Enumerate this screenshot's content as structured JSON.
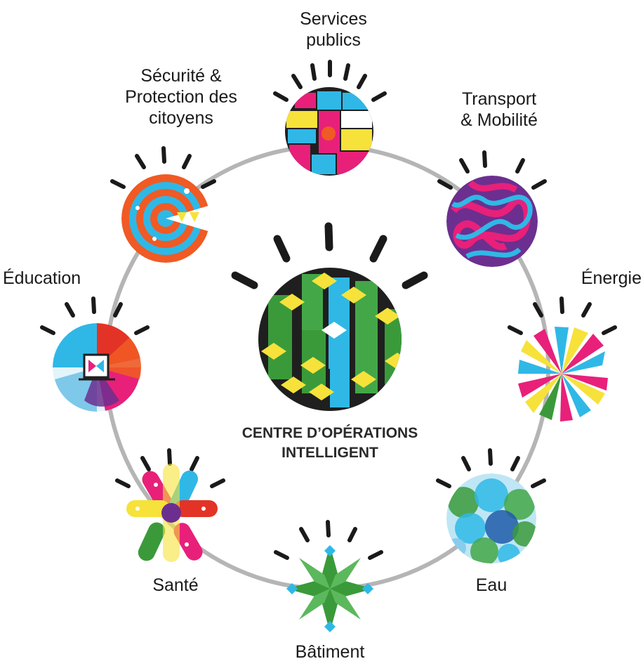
{
  "center": {
    "title": "CENTRE D’OPÉRATIONS\nINTELLIGENT",
    "icon": "smarter-cities-city-blocks-icon"
  },
  "nodes": [
    {
      "id": "services",
      "label": "Services\npublics",
      "icon": "city-grid-icon"
    },
    {
      "id": "transport",
      "label": "Transport\n& Mobilité",
      "icon": "tangled-roads-icon"
    },
    {
      "id": "energie",
      "label": "Énergie",
      "icon": "pinwheel-burst-icon"
    },
    {
      "id": "eau",
      "label": "Eau",
      "icon": "water-drops-icon"
    },
    {
      "id": "batiment",
      "label": "Bâtiment",
      "icon": "green-star-icon"
    },
    {
      "id": "sante",
      "label": "Santé",
      "icon": "pills-flower-icon"
    },
    {
      "id": "education",
      "label": "Éducation",
      "icon": "swirl-book-icon"
    },
    {
      "id": "securite",
      "label": "Sécurité &\nProtection des\ncitoyens",
      "icon": "target-rings-icon"
    }
  ],
  "colors": {
    "ring": "#b5b5b5",
    "rays": "#1a1a1a",
    "pink": "#e8207a",
    "cyan": "#2fb8e6",
    "yellow": "#f6e23a",
    "green": "#3a9a3a",
    "orange": "#f05a24",
    "red": "#e33326",
    "purple": "#6c2f8f",
    "dark": "#1f1f1f"
  }
}
